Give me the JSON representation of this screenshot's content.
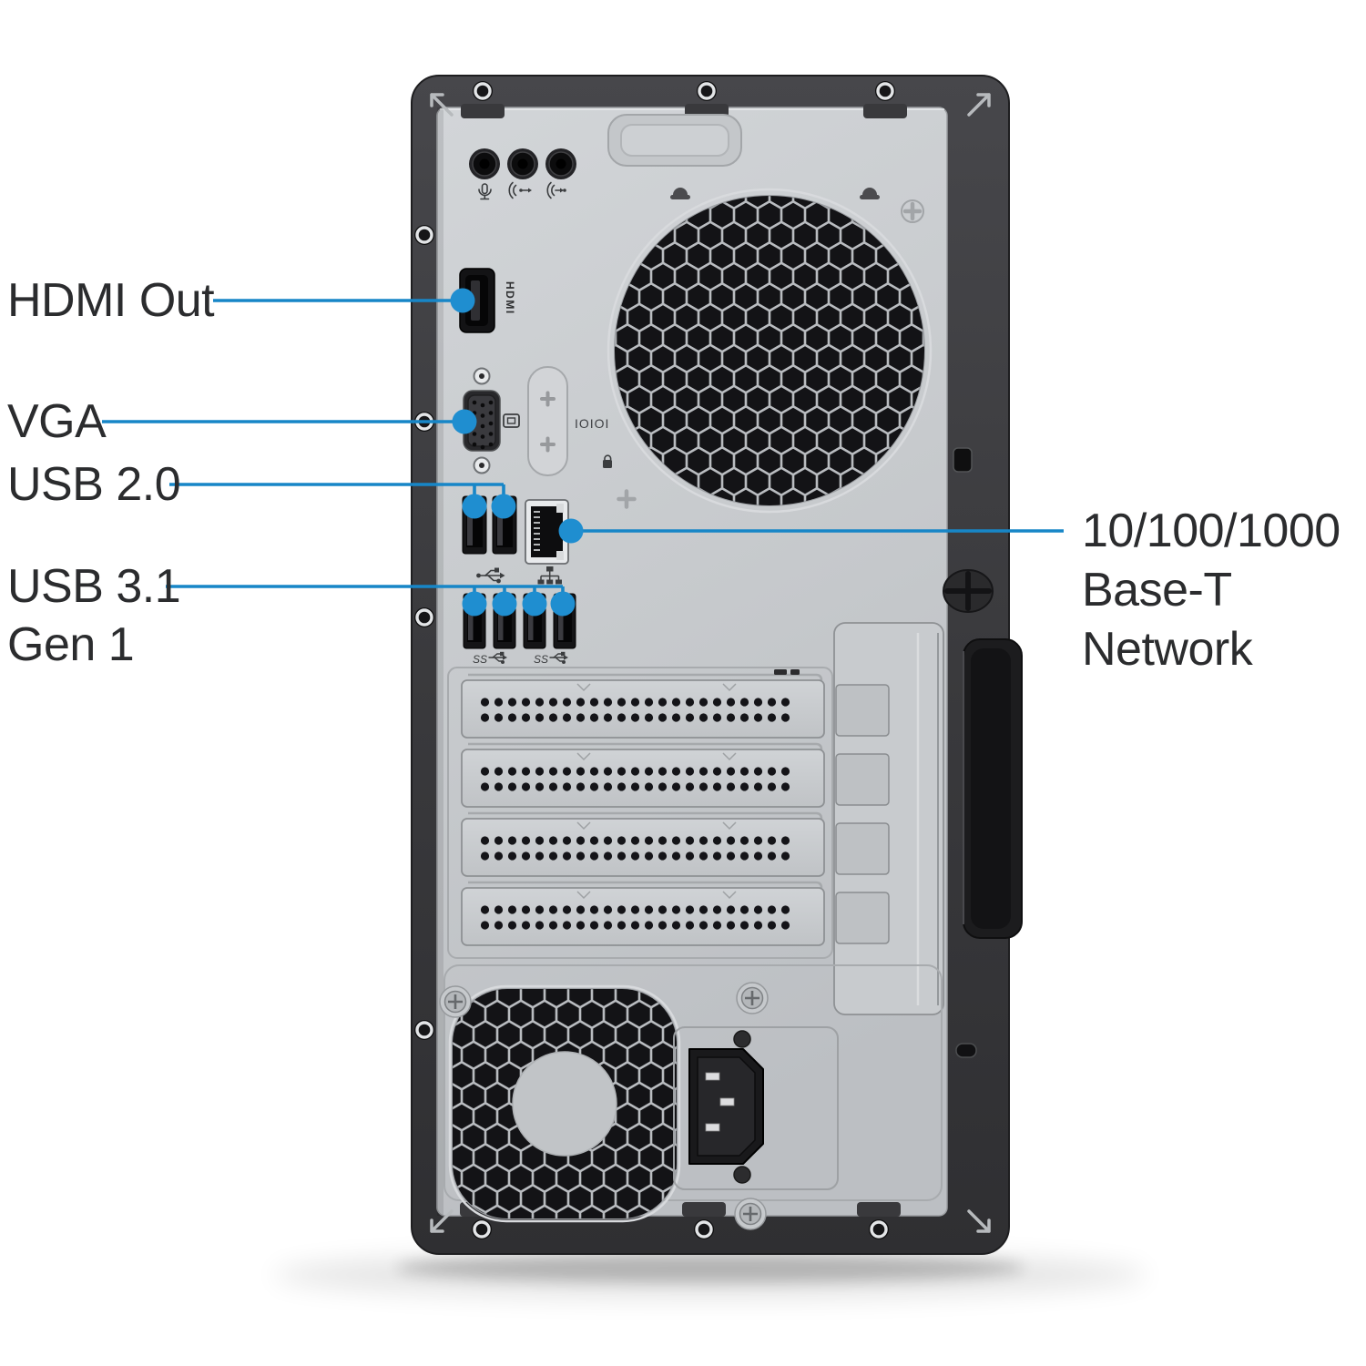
{
  "title": "Desktop tower rear panel port diagram",
  "colors": {
    "background": "#ffffff",
    "callout_line": "#1786c7",
    "callout_dot": "#1f8ed0",
    "label_text": "#2b2c2e",
    "frame_dark": "#3c3c3e",
    "panel_silver": "#c7cacd"
  },
  "callouts": {
    "left": [
      {
        "id": "hdmi-out",
        "label": "HDMI Out"
      },
      {
        "id": "vga",
        "label": "VGA"
      },
      {
        "id": "usb-2-0",
        "label": "USB 2.0"
      },
      {
        "id": "usb-3-1-gen-1",
        "label": "USB 3.1",
        "label2": "Gen 1"
      }
    ],
    "right": [
      {
        "id": "network",
        "lines": [
          "10/100/1000",
          "Base-T",
          "Network"
        ]
      }
    ]
  },
  "panel_markings": {
    "hdmi_port": "HDMI",
    "serial_port": "IOIOI",
    "usb31_badge": "SS"
  }
}
